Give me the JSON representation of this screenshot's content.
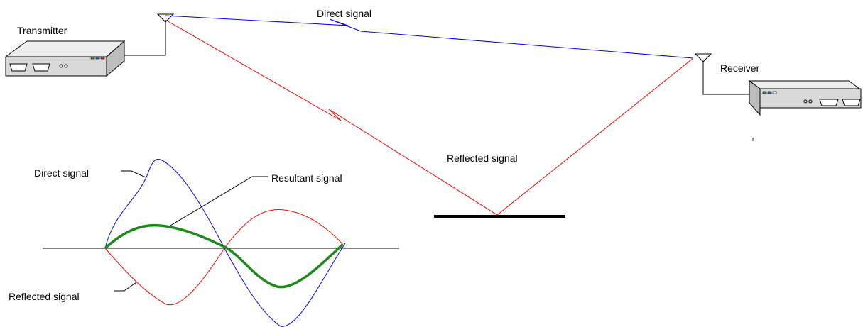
{
  "labels": {
    "transmitter": "Transmitter",
    "receiver": "Receiver",
    "direct_signal_top": "Direct signal",
    "reflected_signal_mid": "Reflected signal",
    "direct_signal_wave": "Direct signal",
    "resultant_signal": "Resultant signal",
    "reflected_signal_wave": "Reflected signal",
    "stray_r": "r"
  },
  "colors": {
    "direct": "#0000ff",
    "reflected": "#ff0000",
    "resultant": "#1a8a1a",
    "ground": "#000000",
    "device_body": "#d9d9d9",
    "device_top": "#eeeeee"
  },
  "icons": {
    "transmitter": "network-device-icon",
    "receiver": "network-device-icon",
    "antenna": "antenna-icon"
  }
}
